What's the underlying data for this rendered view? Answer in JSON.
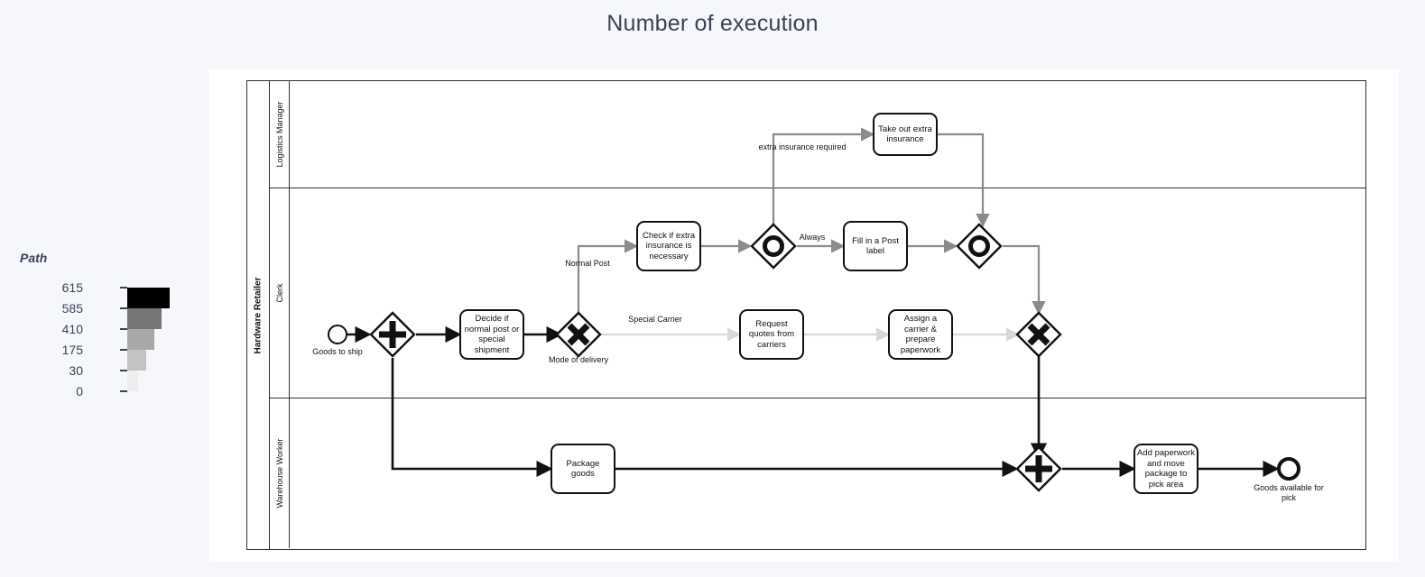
{
  "title": "Number of execution",
  "legend": {
    "title": "Path",
    "ticks": [
      "615",
      "585",
      "410",
      "175",
      "30",
      "0"
    ],
    "bars": [
      {
        "value": "615",
        "color": "#000000",
        "width": 47
      },
      {
        "value": "585",
        "color": "#767676",
        "width": 38
      },
      {
        "value": "410",
        "color": "#a8a8a8",
        "width": 30
      },
      {
        "value": "175",
        "color": "#c3c3c3",
        "width": 21
      },
      {
        "value": "30",
        "color": "#eeeeee",
        "width": 12
      }
    ]
  },
  "diagram": {
    "pool": "Hardware Retailer",
    "lanes": [
      "Logistics Manager",
      "Clerk",
      "Warehouse Worker"
    ],
    "tasks": [
      {
        "id": "decide",
        "label": "Decide if normal post or special shipment"
      },
      {
        "id": "check_ins",
        "label": "Check if extra insurance is necessary"
      },
      {
        "id": "take_ins",
        "label": "Take out extra insurance"
      },
      {
        "id": "post_label",
        "label": "Fill in a Post label"
      },
      {
        "id": "quotes",
        "label": "Request quotes from carriers"
      },
      {
        "id": "assign",
        "label": "Assign a carrier & prepare paperwork"
      },
      {
        "id": "package",
        "label": "Package goods"
      },
      {
        "id": "paperwork",
        "label": "Add paperwork and move package to pick area"
      }
    ],
    "events": [
      {
        "id": "start",
        "label": "Goods to ship"
      },
      {
        "id": "end",
        "label": "Goods available for pick"
      }
    ],
    "gateways": [
      {
        "id": "split_par",
        "type": "parallel",
        "label": ""
      },
      {
        "id": "mode",
        "type": "exclusive",
        "label": "Mode of delivery"
      },
      {
        "id": "evt_gw1",
        "type": "event-based",
        "label": ""
      },
      {
        "id": "evt_gw2",
        "type": "event-based",
        "label": ""
      },
      {
        "id": "join_xor",
        "type": "exclusive",
        "label": ""
      },
      {
        "id": "join_par",
        "type": "parallel",
        "label": ""
      }
    ],
    "flow_labels": [
      {
        "id": "normal_post",
        "label": "Normal Post"
      },
      {
        "id": "special",
        "label": "Special Carrier"
      },
      {
        "id": "extra_ins",
        "label": "extra insurance required"
      },
      {
        "id": "always",
        "label": "Always"
      }
    ]
  }
}
